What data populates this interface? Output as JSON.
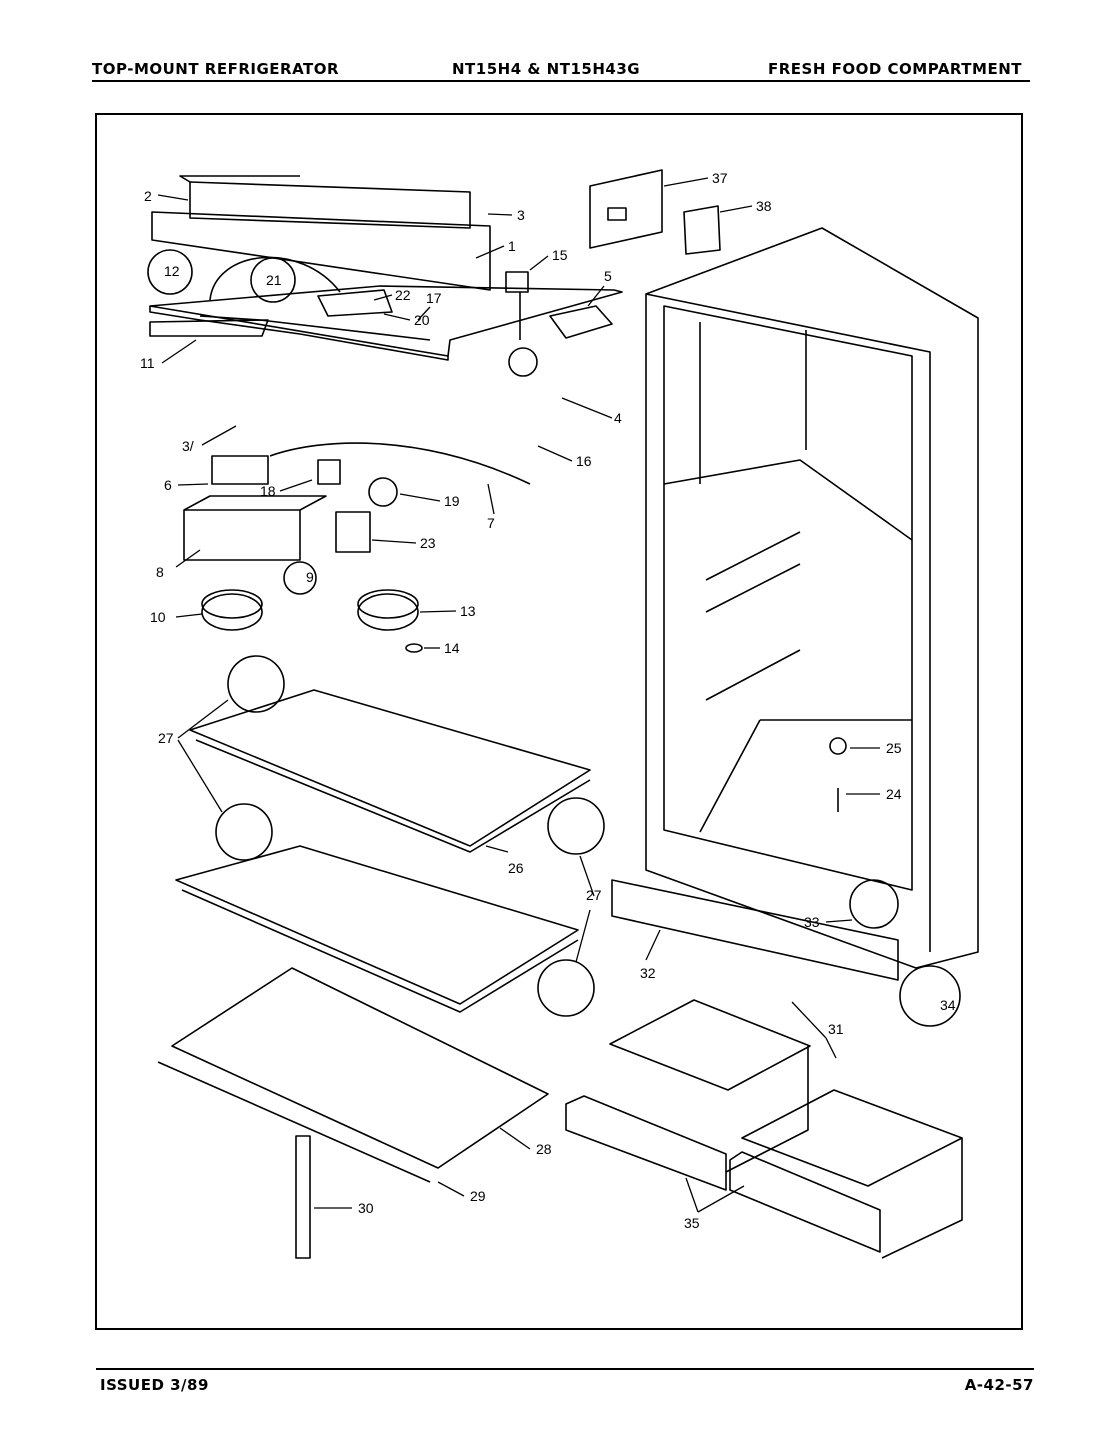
{
  "header": {
    "left": "TOP-MOUNT REFRIGERATOR",
    "center": "NT15H4 & NT15H43G",
    "right": "FRESH FOOD COMPARTMENT"
  },
  "footer": {
    "issued": "ISSUED 3/89",
    "page_code": "A-42-57"
  },
  "callouts": [
    "1",
    "2",
    "3",
    "4",
    "5",
    "6",
    "7",
    "8",
    "9",
    "10",
    "11",
    "12",
    "13",
    "14",
    "15",
    "16",
    "17",
    "18",
    "19",
    "20",
    "21",
    "22",
    "23",
    "24",
    "25",
    "26",
    "27",
    "28",
    "29",
    "30",
    "31",
    "32",
    "33",
    "34",
    "35",
    "37",
    "38"
  ],
  "callout_3_prime": "3/"
}
